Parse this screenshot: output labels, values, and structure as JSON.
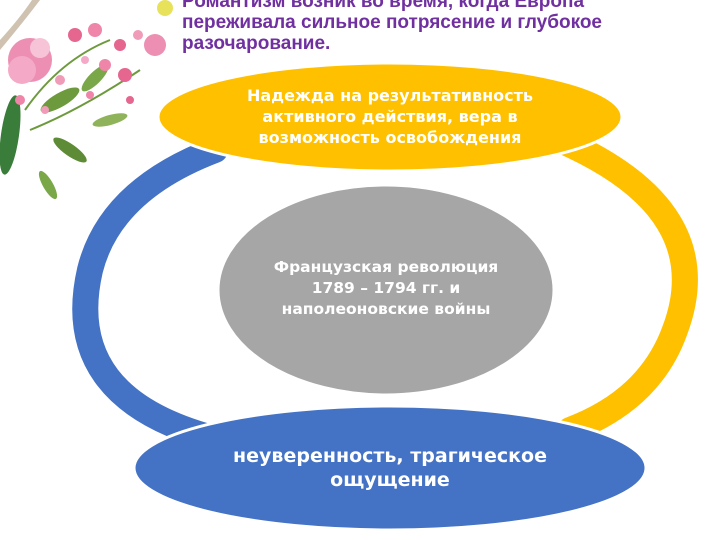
{
  "heading": {
    "lines": [
      "Романтизм возник во время, когда Европа",
      "переживала сильное потрясение и глубокое",
      "разочарование."
    ]
  },
  "diagram": {
    "top_node": {
      "lines": [
        "Надежда на результативность",
        "активного действия, вера в",
        "возможность освобождения"
      ],
      "color": "#ffc000"
    },
    "center_node": {
      "lines": [
        "Французская революция",
        "1789 – 1794 гг. и",
        "наполеоновские войны"
      ],
      "color": "#a6a6a6"
    },
    "bottom_node": {
      "lines": [
        "неуверенность, трагическое",
        "ощущение"
      ],
      "color": "#4472c4"
    },
    "cycle_arrow_colors": [
      "#ffc000",
      "#4472c4"
    ]
  },
  "colors": {
    "heading_text": "#7030a0",
    "node_text": "#ffffff",
    "background": "#ffffff"
  },
  "decor": {
    "icons": [
      "flower-bouquet-icon"
    ]
  }
}
